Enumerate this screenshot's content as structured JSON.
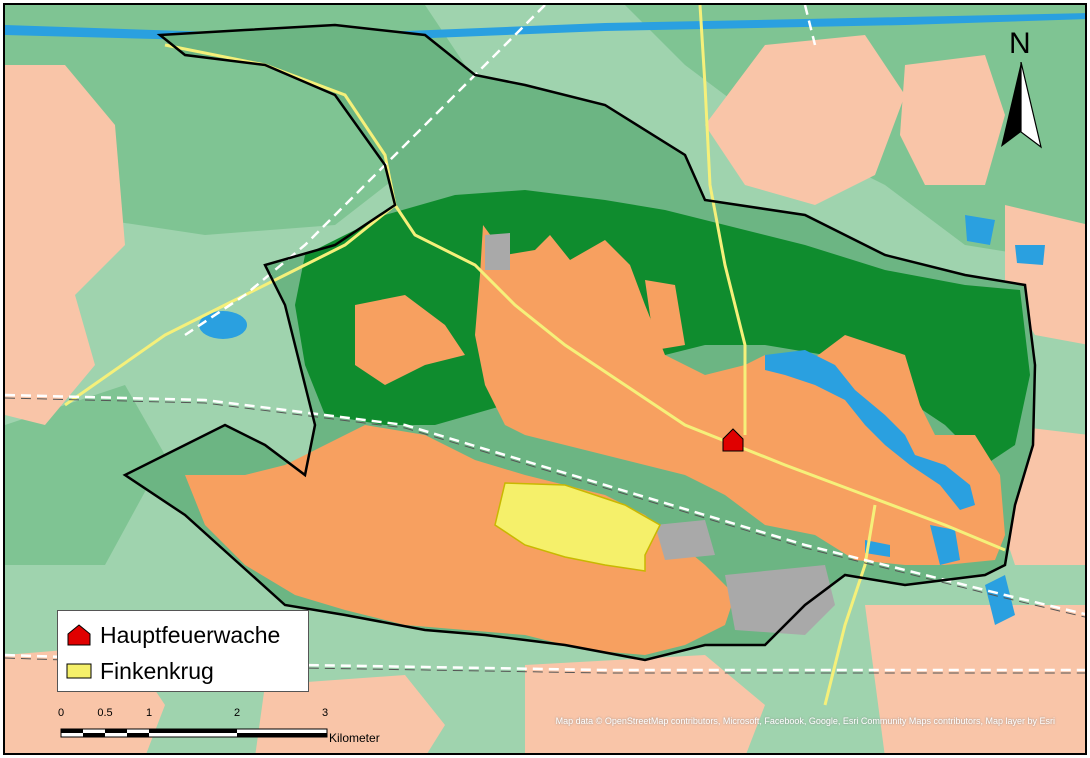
{
  "legend": {
    "items": [
      {
        "label": "Hauptfeuerwache",
        "icon": "red-house-icon",
        "color": "#e00000"
      },
      {
        "label": "Finkenkrug",
        "icon": "yellow-box-icon",
        "color": "#f5f06a"
      }
    ]
  },
  "scale_bar": {
    "ticks": [
      "0",
      "0.5",
      "1",
      "2",
      "3"
    ],
    "tick_values": [
      0,
      0.5,
      1,
      2,
      3
    ],
    "unit": "Kilometer"
  },
  "north_arrow": {
    "letter": "N"
  },
  "attribution": "Map data © OpenStreetMap contributors, Microsoft, Facebook, Google, Esri Community Maps contributors, Map layer by Esri",
  "colors": {
    "forest_light": "#8fcc9e",
    "forest_mid": "#6cb583",
    "forest_dark": "#0f8c2e",
    "urban_light": "#f9c5a8",
    "urban_bright": "#f7a060",
    "industrial_grey": "#a9a9a9",
    "water": "#2aa0e0",
    "road_yellow": "#f5f07a",
    "boundary": "#000000",
    "fire_station": "#e00000",
    "highlight_district": "#f5f06a"
  }
}
